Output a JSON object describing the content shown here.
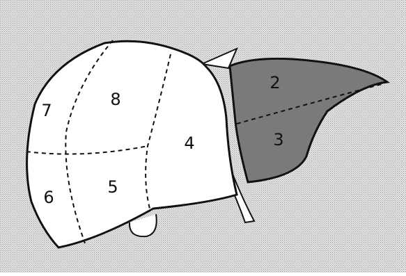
{
  "diagram": {
    "segments": [
      {
        "id": "2",
        "label": "2"
      },
      {
        "id": "3",
        "label": "3"
      },
      {
        "id": "4",
        "label": "4"
      },
      {
        "id": "5",
        "label": "5"
      },
      {
        "id": "6",
        "label": "6"
      },
      {
        "id": "7",
        "label": "7"
      },
      {
        "id": "8",
        "label": "8"
      }
    ],
    "colors": {
      "background_dots": "#9a9a9a",
      "background_base": "#e6e6e6",
      "right_lobe_fill": "#ffffff",
      "left_lobe_fill": "#7a7a7a",
      "outline": "#111111"
    }
  }
}
